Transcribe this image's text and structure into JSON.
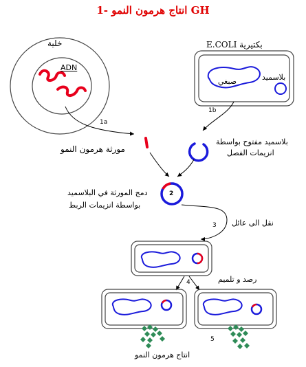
{
  "title": "1- انتاج هرمون النمو GH",
  "cell": {
    "label": "خلية",
    "dna_label": "ADN"
  },
  "bacteria": {
    "label": "بكتيرية E.COLI",
    "chromosome_label": "صبغي",
    "plasmid_label": "بلاسميد"
  },
  "steps": {
    "s1a": "1a",
    "s1b": "1b",
    "s2": "2",
    "s3": "3",
    "s4": "4",
    "s5": "5"
  },
  "labels": {
    "gene": "مورثة هرمون النمو",
    "open_plasmid_line1": "بلاسميد مفتوح بواسطة",
    "open_plasmid_line2": "انزيمات الفصل",
    "integration_line1": "دمج المورثة في البلاسميد",
    "integration_line2": "بواسطة  انزيمات الربط",
    "transfer": "نقل الى عائل",
    "culture": "رصد و تلميم",
    "production": "انتاج هرمون النمو"
  },
  "colors": {
    "title": "#e00000",
    "dna": "#e8001c",
    "plasmid": "#1a1adb",
    "hormone": "#2e8b57"
  }
}
